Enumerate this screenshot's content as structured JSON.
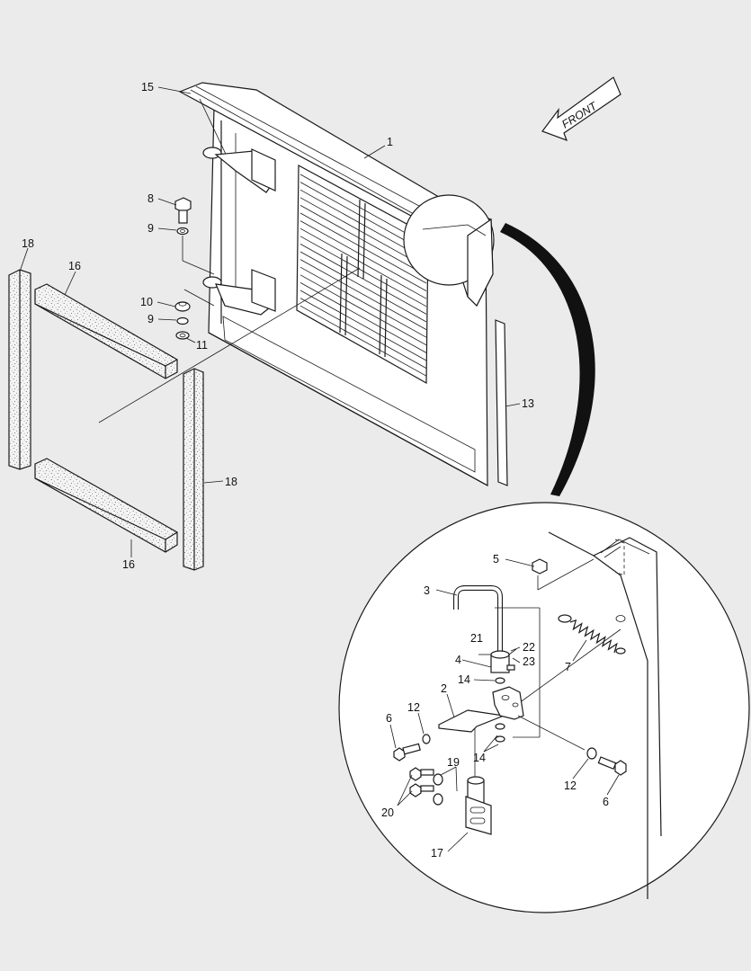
{
  "diagram": {
    "front_arrow": {
      "label": "FRONT",
      "icon": "front-direction-arrow-icon"
    },
    "callouts": [
      {
        "id": "c15",
        "label": "15"
      },
      {
        "id": "c1",
        "label": "1"
      },
      {
        "id": "c8",
        "label": "8"
      },
      {
        "id": "c9a",
        "label": "9"
      },
      {
        "id": "c18a",
        "label": "18"
      },
      {
        "id": "c16a",
        "label": "16"
      },
      {
        "id": "c10",
        "label": "10"
      },
      {
        "id": "c9b",
        "label": "9"
      },
      {
        "id": "c11",
        "label": "11"
      },
      {
        "id": "c13",
        "label": "13"
      },
      {
        "id": "c18b",
        "label": "18"
      },
      {
        "id": "c16b",
        "label": "16"
      },
      {
        "id": "c5",
        "label": "5"
      },
      {
        "id": "c3",
        "label": "3"
      },
      {
        "id": "c21",
        "label": "21"
      },
      {
        "id": "c22",
        "label": "22"
      },
      {
        "id": "c4",
        "label": "4"
      },
      {
        "id": "c23",
        "label": "23"
      },
      {
        "id": "c7",
        "label": "7"
      },
      {
        "id": "c14a",
        "label": "14"
      },
      {
        "id": "c2",
        "label": "2"
      },
      {
        "id": "c12a",
        "label": "12"
      },
      {
        "id": "c6a",
        "label": "6"
      },
      {
        "id": "c14b",
        "label": "14"
      },
      {
        "id": "c19",
        "label": "19"
      },
      {
        "id": "c20",
        "label": "20"
      },
      {
        "id": "c12b",
        "label": "12"
      },
      {
        "id": "c6b",
        "label": "6"
      },
      {
        "id": "c17",
        "label": "17"
      }
    ]
  },
  "colors": {
    "background": "#ebebeb",
    "line": "#1a1a1a",
    "part_fill": "#ffffff",
    "detail_band": "#111111"
  }
}
